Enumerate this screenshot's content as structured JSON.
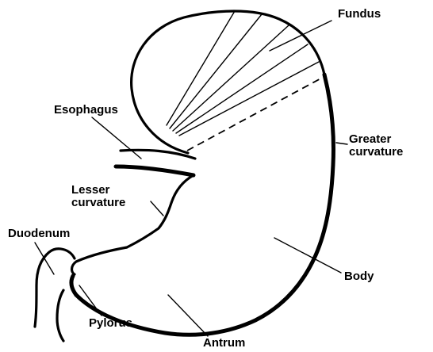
{
  "labels": {
    "fundus": "Fundus",
    "esophagus": "Esophagus",
    "greater_curvature_line1": "Greater",
    "greater_curvature_line2": "curvature",
    "lesser_curvature_line1": "Lesser",
    "lesser_curvature_line2": "curvature",
    "duodenum": "Duodenum",
    "body": "Body",
    "pylorus": "Pylorus",
    "antrum": "Antrum"
  },
  "colors": {
    "ink": "#000000",
    "background": "#ffffff"
  }
}
